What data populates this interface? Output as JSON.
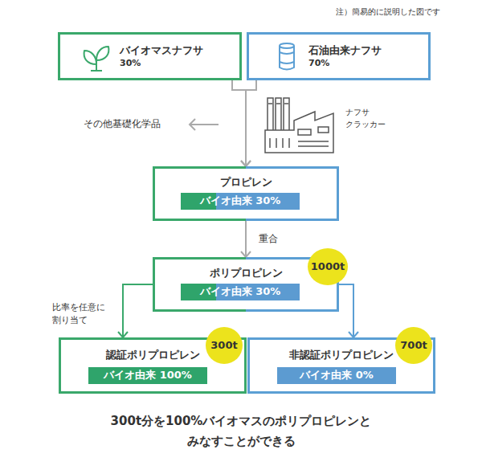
{
  "diagram": {
    "caption": "300t分を100%バイオマスのポリプロピレンと みなすことができる",
    "nodes": [
      {
        "text": [
          "バイオマスナフサ",
          "30%"
        ]
      },
      {
        "text": [
          "石油由来ナフサ",
          "70%"
        ]
      },
      {
        "text": [
          "プロピレン"
        ]
      },
      {
        "text": [
          "バイオ由来 30%"
        ],
        "in": 2
      },
      {
        "text": [
          "ポリプロピレン"
        ]
      },
      {
        "text": [
          "バイオ由来 30%"
        ],
        "in": 4
      },
      {
        "text": [
          "1000t"
        ],
        "in": 4
      },
      {
        "text": [
          "認証ポリプロピレン"
        ]
      },
      {
        "text": [
          "バイオ由来 100%"
        ],
        "in": 7
      },
      {
        "text": [
          "300t"
        ],
        "in": 7
      },
      {
        "text": [
          "非認証ポリプロピレン"
        ]
      },
      {
        "text": [
          "バイオ由来 0%"
        ],
        "in": 10
      },
      {
        "text": [
          "700t"
        ],
        "in": 10
      }
    ],
    "edges": [
      {
        "from": 0,
        "to": 2,
        "arrow": "to"
      },
      {
        "from": 1,
        "to": 2,
        "arrow": "to"
      },
      {
        "from": 2,
        "to": 4,
        "arrow": "to",
        "label": "重合"
      },
      {
        "from": 4,
        "to": 7,
        "arrow": "to",
        "label": "比率を任意に 割り当て"
      },
      {
        "from": 4,
        "to": 10,
        "arrow": "to"
      }
    ],
    "labels": [
      "注）簡易的に説明した図です",
      "その他基礎化学品",
      "ナフサ クラッカー"
    ]
  }
}
